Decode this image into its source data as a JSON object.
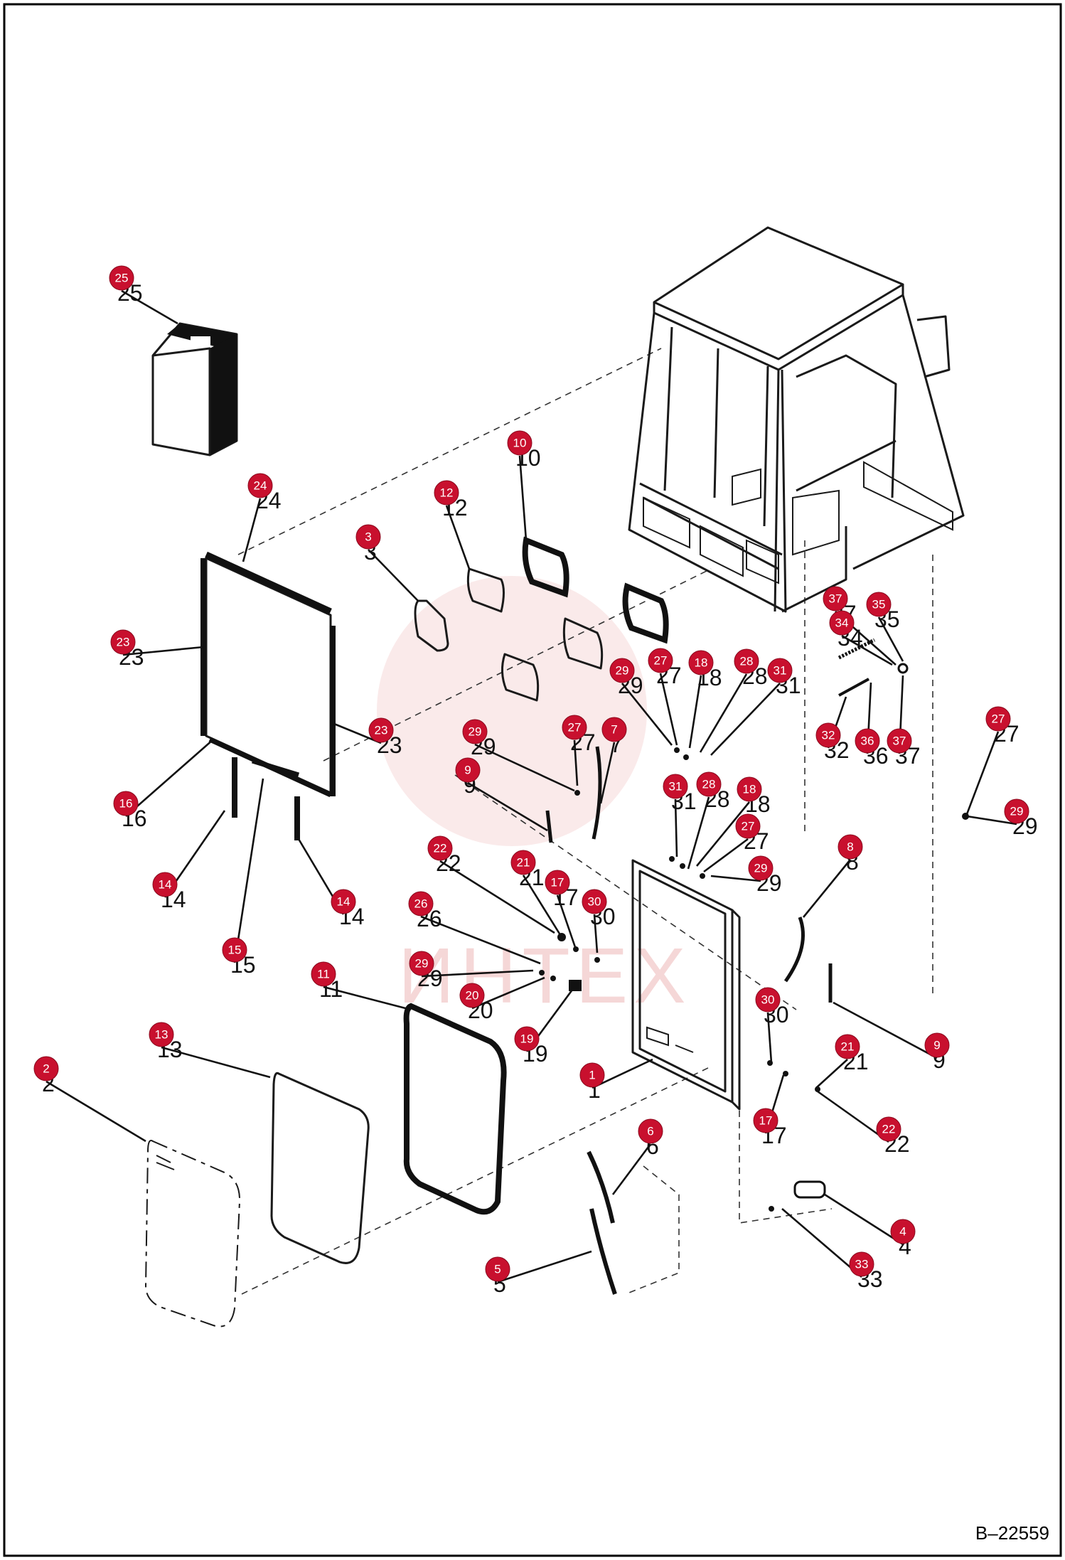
{
  "drawing_id": "B–22559",
  "watermark": "ИНТЕХ",
  "parts": [
    {
      "n": "1"
    },
    {
      "n": "2"
    },
    {
      "n": "3"
    },
    {
      "n": "4"
    },
    {
      "n": "5"
    },
    {
      "n": "6"
    },
    {
      "n": "7"
    },
    {
      "n": "8"
    },
    {
      "n": "9"
    },
    {
      "n": "10"
    },
    {
      "n": "11"
    },
    {
      "n": "12"
    },
    {
      "n": "13"
    },
    {
      "n": "14"
    },
    {
      "n": "15"
    },
    {
      "n": "16"
    },
    {
      "n": "17"
    },
    {
      "n": "18"
    },
    {
      "n": "19"
    },
    {
      "n": "20"
    },
    {
      "n": "21"
    },
    {
      "n": "22"
    },
    {
      "n": "23"
    },
    {
      "n": "24"
    },
    {
      "n": "25"
    },
    {
      "n": "26"
    },
    {
      "n": "27"
    },
    {
      "n": "28"
    },
    {
      "n": "29"
    },
    {
      "n": "30"
    },
    {
      "n": "31"
    },
    {
      "n": "32"
    },
    {
      "n": "33"
    },
    {
      "n": "34"
    },
    {
      "n": "35"
    },
    {
      "n": "36"
    },
    {
      "n": "37"
    }
  ],
  "icons": [
    "cab-frame-icon",
    "door-frame-icon",
    "window-glass-icon",
    "seal-icon",
    "decal-box-icon",
    "gas-strut-icon",
    "latch-handle-icon",
    "hardware-icon"
  ],
  "colors": {
    "badge": "#c8102e",
    "line": "#1a1a1a",
    "watermark": "#e9a7a7"
  }
}
